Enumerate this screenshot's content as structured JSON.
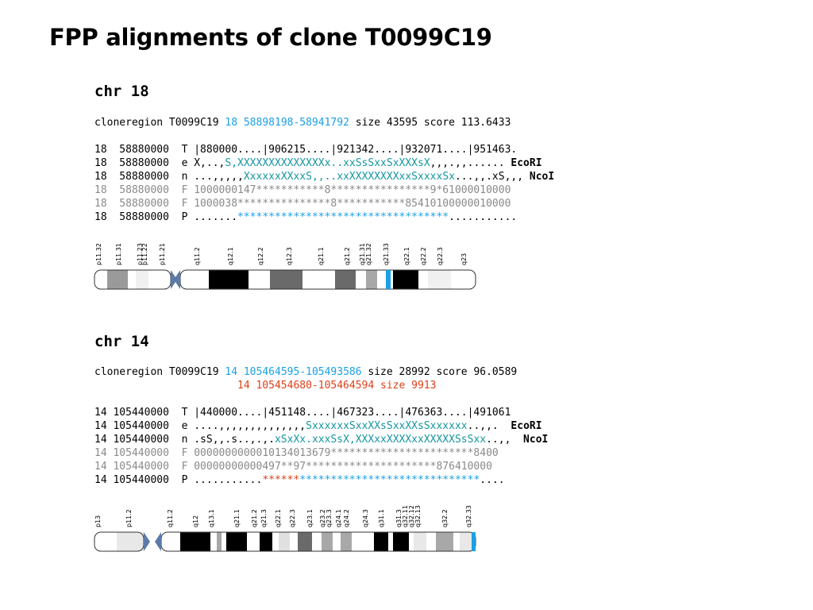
{
  "title": "FPP alignments of clone T0099C19",
  "sections": [
    {
      "chr_title": "chr 18",
      "region": {
        "prefix": "cloneregion T0099C19",
        "location": "18 58898198-58941792",
        "rest": " size 43595 score 113.6433"
      },
      "rows": [
        {
          "chr": "18",
          "pos": "58880000",
          "code": "T",
          "seq": "|880000....|906215....|921342....|932071....|951463.",
          "style": "normal",
          "label": ""
        },
        {
          "chr": "18",
          "pos": "58880000",
          "code": "e",
          "seq_parts": [
            {
              "t": "X,..,",
              "c": ""
            },
            {
              "t": "S,XXXXXXXXXXXXXXx..xxSsSxxSxXXXsX",
              "c": "teal"
            },
            {
              "t": ",,,.,,......",
              "c": ""
            }
          ],
          "style": "normal",
          "label": "EcoRI"
        },
        {
          "chr": "18",
          "pos": "58880000",
          "code": "n",
          "seq_parts": [
            {
              "t": "...,,,,,",
              "c": ""
            },
            {
              "t": "XxxxxxXXxxS,,..xxXXXXXXXXxxSxxxxSx",
              "c": "teal"
            },
            {
              "t": "...,,.xS,,,",
              "c": ""
            }
          ],
          "style": "normal",
          "label": "NcoI"
        },
        {
          "chr": "18",
          "pos": "58880000",
          "code": "F",
          "seq": "1000000147***********8****************9*61000010000",
          "style": "gray",
          "label": ""
        },
        {
          "chr": "18",
          "pos": "58880000",
          "code": "F",
          "seq": "1000038***************8***********85410100000010000",
          "style": "gray",
          "label": ""
        },
        {
          "chr": "18",
          "pos": "58880000",
          "code": "P",
          "seq_parts": [
            {
              "t": ".......",
              "c": ""
            },
            {
              "t": "**********************************",
              "c": "blue"
            },
            {
              "t": "...........",
              "c": ""
            }
          ],
          "style": "normal",
          "label": ""
        }
      ],
      "ideogram": {
        "bands": [
          "p11.32",
          "p11.31",
          "p11.23",
          "p11.22",
          "p11.21",
          "q11.2",
          "q12.1",
          "q12.2",
          "q12.3",
          "q21.1",
          "q21.2",
          "q21.31",
          "q21.32",
          "q21.33",
          "q22.1",
          "q22.2",
          "q22.3",
          "q23"
        ]
      }
    },
    {
      "chr_title": "chr 14",
      "region": {
        "prefix": "cloneregion T0099C19",
        "location": "14 105464595-105493586",
        "rest": " size 28992 score 96.0589",
        "secondary": "14 105454680-105464594 size 9913"
      },
      "rows": [
        {
          "chr": "14",
          "pos": "105440000",
          "code": "T",
          "seq": "|440000....|451148....|467323....|476363....|491061",
          "style": "normal",
          "label": ""
        },
        {
          "chr": "14",
          "pos": "105440000",
          "code": "e",
          "seq_parts": [
            {
              "t": "....,,,,,,,,,,,,,,",
              "c": ""
            },
            {
              "t": "SxxxxxxSxxXXsSxxXXsSxxxxxx",
              "c": "teal"
            },
            {
              "t": "..,,.",
              "c": ""
            }
          ],
          "style": "normal",
          "label": "EcoRI"
        },
        {
          "chr": "14",
          "pos": "105440000",
          "code": "n",
          "seq_parts": [
            {
              "t": ".sS,,.s..,.,.",
              "c": ""
            },
            {
              "t": "xSxXx.xxxSsX,XXXxxXXXXxxXXXXXSsSxx",
              "c": "teal"
            },
            {
              "t": "..,,",
              "c": ""
            }
          ],
          "style": "normal",
          "label": "NcoI"
        },
        {
          "chr": "14",
          "pos": "105440000",
          "code": "F",
          "seq": "0000000000010134013679***********************8400",
          "style": "gray",
          "label": ""
        },
        {
          "chr": "14",
          "pos": "105440000",
          "code": "F",
          "seq": "00000000000497**97*********************876410000",
          "style": "gray",
          "label": ""
        },
        {
          "chr": "14",
          "pos": "105440000",
          "code": "P",
          "seq_parts": [
            {
              "t": "...........",
              "c": ""
            },
            {
              "t": "******",
              "c": "red"
            },
            {
              "t": "*****************************",
              "c": "blue"
            },
            {
              "t": "....",
              "c": ""
            }
          ],
          "style": "normal",
          "label": ""
        }
      ],
      "ideogram": {
        "bands": [
          "p13",
          "p11.2",
          "q11.2",
          "q12",
          "q13.1",
          "q21.1",
          "q21.2",
          "q21.3",
          "q22.1",
          "q22.3",
          "q23.1",
          "q23.2",
          "q23.3",
          "q24.1",
          "q24.2",
          "q24.3",
          "q31.1",
          "q31.3",
          "q32.11",
          "q32.12",
          "q32.13",
          "q32.2",
          "q32.33"
        ]
      }
    }
  ],
  "colors": {
    "blue": "#1aa0e6",
    "teal": "#1596a0",
    "gray": "#8a8a8a",
    "red": "#e0401a"
  }
}
